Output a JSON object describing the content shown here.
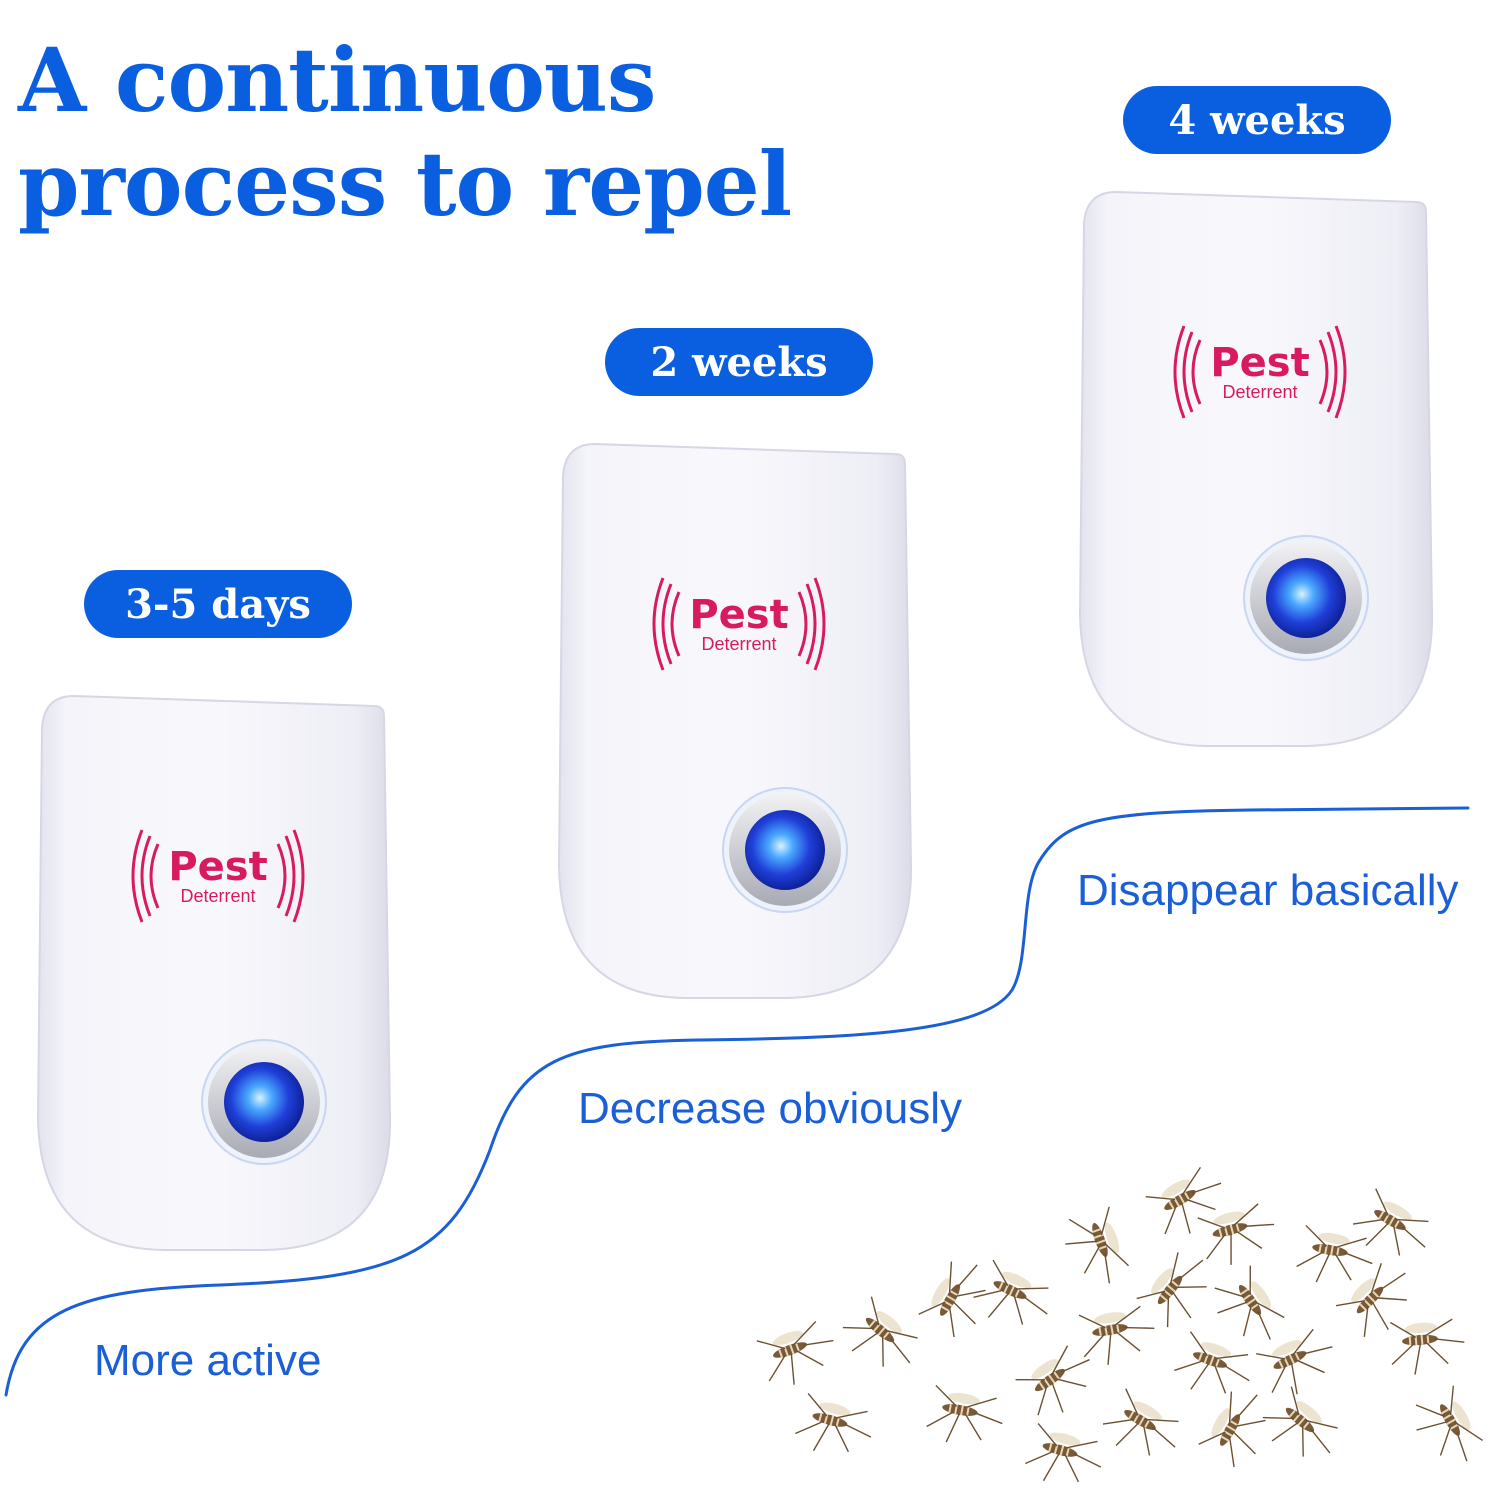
{
  "headline": {
    "line1": "A continuous",
    "line2": "process to repel"
  },
  "stages": [
    {
      "duration": "3-5 days",
      "status": "More active"
    },
    {
      "duration": "2 weeks",
      "status": "Decrease obviously"
    },
    {
      "duration": "4 weeks",
      "status": "Disappear basically"
    }
  ],
  "device": {
    "brand_word": "Pest",
    "brand_sub": "Deterrent",
    "brand_color": "#d81b60",
    "led_color": "#1f4fe0"
  },
  "colors": {
    "accent": "#0a5fe0",
    "text_blue": "#1a5fd6"
  },
  "icons": [
    "sound-wave-icon",
    "led-indicator-icon",
    "mosquito-icon"
  ]
}
